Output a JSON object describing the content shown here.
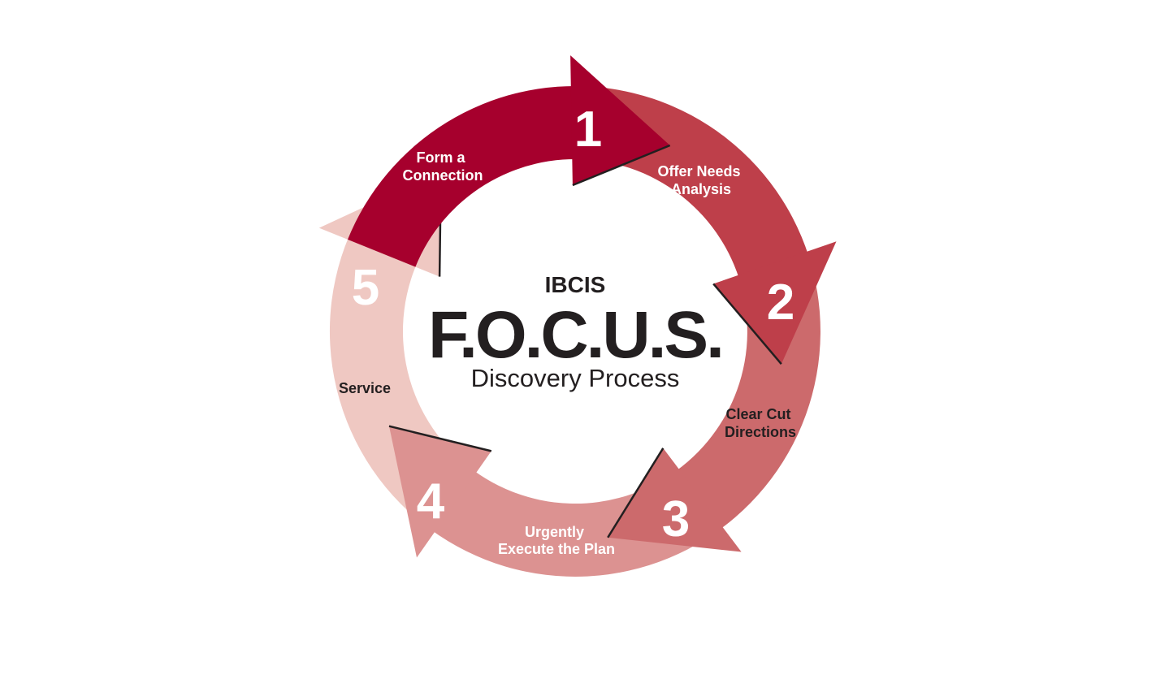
{
  "center": {
    "org": "IBCIS",
    "title": "F.O.C.U.S.",
    "subtitle": "Discovery Process"
  },
  "steps": [
    {
      "number": "1",
      "label_lines": [
        "Form a",
        "Connection"
      ],
      "color": "#a6002d"
    },
    {
      "number": "2",
      "label_lines": [
        "Offer Needs",
        "Analysis"
      ],
      "color": "#be3f4a"
    },
    {
      "number": "3",
      "label_lines": [
        "Clear Cut",
        "Directions"
      ],
      "color": "#cc6a6c"
    },
    {
      "number": "4",
      "label_lines": [
        "Urgently",
        "Execute the Plan"
      ],
      "color": "#dc9291"
    },
    {
      "number": "5",
      "label_lines": [
        "Service"
      ],
      "color": "#efc8c2"
    }
  ],
  "colors": {
    "label_light": "#ffffff",
    "label_dark": "#231f20",
    "shadow_line": "#231f20"
  }
}
